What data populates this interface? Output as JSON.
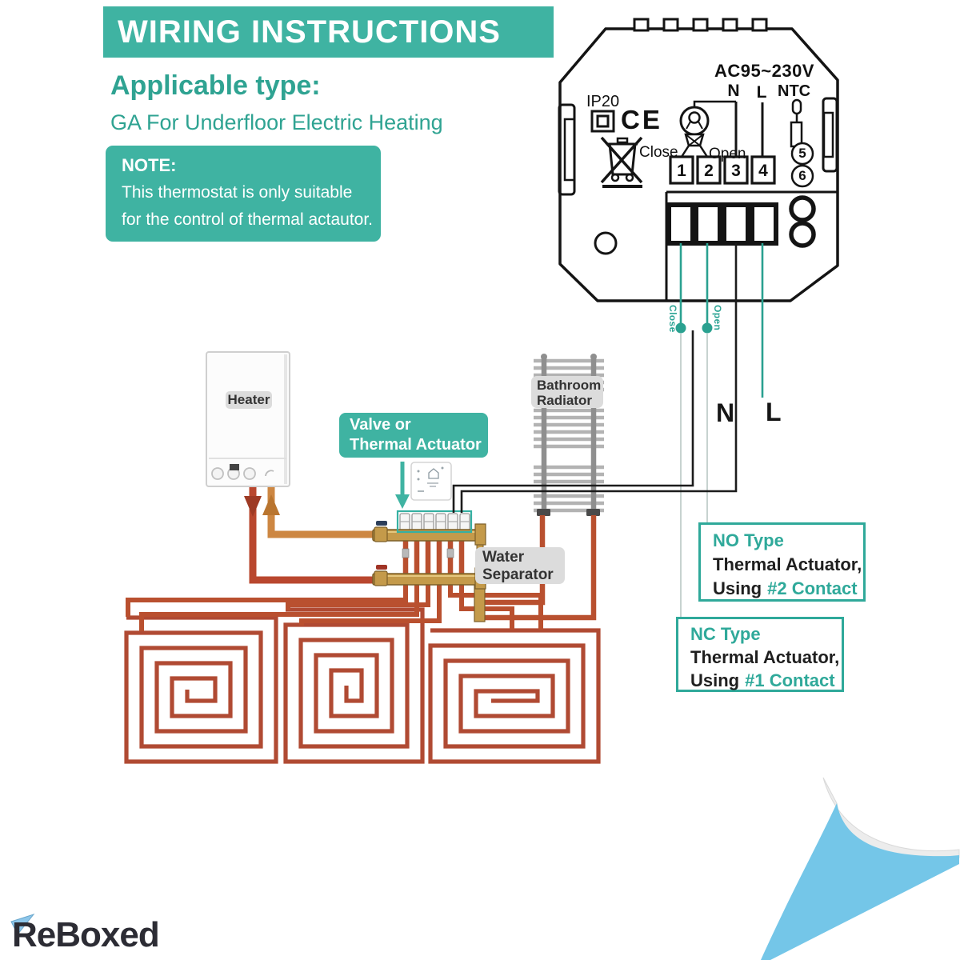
{
  "header": {
    "banner_title": "WIRING INSTRUCTIONS",
    "applicable_type_label": "Applicable type:",
    "applicable_type_value": "GA For Underfloor Electric Heating",
    "note": {
      "title": "NOTE:",
      "line1": "This thermostat is only suitable",
      "line2": "for the control of thermal actautor."
    }
  },
  "thermostat_back": {
    "voltage": "AC95~230V",
    "ip_rating": "IP20",
    "ce_mark": "CE",
    "neutral_label": "N",
    "live_label": "L",
    "ntc_label": "NTC",
    "close_label": "Close",
    "open_label": "Open",
    "terminals": [
      "1",
      "2",
      "3",
      "4"
    ],
    "sensor_terminals": [
      "5",
      "6"
    ]
  },
  "wires": {
    "close_label": "Close",
    "open_label": "Open",
    "neutral_label": "N",
    "live_label": "L"
  },
  "system": {
    "heater": "Heater",
    "valve_line1": "Valve or",
    "valve_line2": "Thermal Actuator",
    "radiator_line1": "Bathroom",
    "radiator_line2": "Radiator",
    "separator_line1": "Water",
    "separator_line2": "Separator"
  },
  "callouts": {
    "no_type": {
      "title": "NO Type",
      "line1": "Thermal Actuator,",
      "using": "Using",
      "contact": "#2 Contact"
    },
    "nc_type": {
      "title": "NC Type",
      "line1": "Thermal Actuator,",
      "using": "Using",
      "contact": "#1 Contact"
    }
  },
  "brand": {
    "name": "ReBoxed"
  },
  "colors": {
    "teal": "#3fb3a2",
    "wire_teal": "#2aa190",
    "pipe_red": "#b9502f",
    "pipe_orange": "#cd8742",
    "curl_blue": "#74c6e8",
    "brand_dark": "#2c2c34"
  }
}
